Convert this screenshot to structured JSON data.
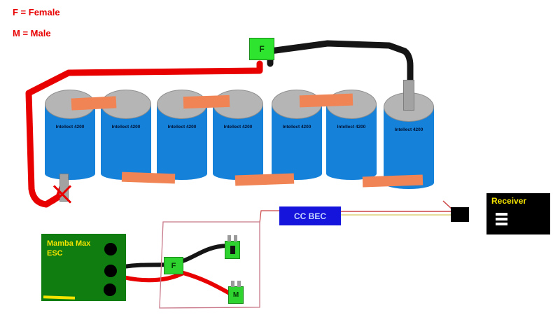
{
  "legend": {
    "female": "F = Female",
    "male": "M = Male"
  },
  "batteries": [
    {
      "label": "Intellect 4200"
    },
    {
      "label": "Intellect 4200"
    },
    {
      "label": "Intellect 4200"
    },
    {
      "label": "Intellect 4200"
    },
    {
      "label": "Intellect 4200"
    },
    {
      "label": "Intellect 4200"
    },
    {
      "label": "Intellect 4200"
    }
  ],
  "connectors": {
    "pack_female": "F",
    "esc_female": "F",
    "battery_male": "M"
  },
  "bec": {
    "label": "CC BEC"
  },
  "receiver": {
    "label": "Receiver"
  },
  "esc": {
    "name": "Mamba Max",
    "type": "ESC"
  },
  "colors": {
    "battery_blue": "#1581d9",
    "battery_top_gray": "#b5b5b5",
    "strap_orange": "#f08454",
    "wire_red": "#e80000",
    "wire_black": "#151515",
    "connector_green": "#2fd32f",
    "esc_green": "#0f7d0f",
    "bec_blue": "#1414dd",
    "label_yellow": "#f5e400",
    "receiver_black": "#000000",
    "signal_wire_red": "#cc4444",
    "signal_wire_yellow": "#ddd27a",
    "outline_pink": "#c87888"
  }
}
